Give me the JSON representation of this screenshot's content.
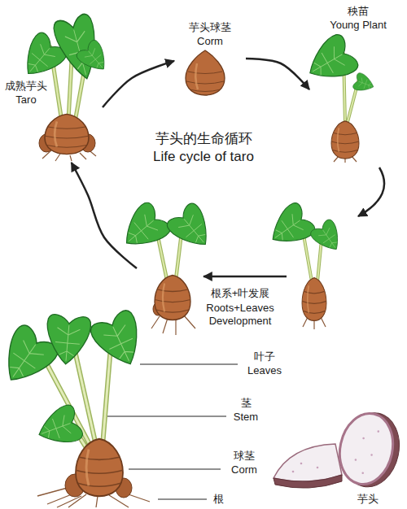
{
  "diagram": {
    "title": "芋头的生命循环 Life cycle of taro",
    "nodes": [
      {
        "text": [
          "成熟芋头",
          "Taro"
        ]
      },
      {
        "text": [
          "芋头球茎",
          "Corm"
        ]
      },
      {
        "text": [
          "秧苗",
          "Young Plant"
        ]
      },
      {
        "text": [
          "根系+叶发展",
          "Roots+Leaves Development"
        ]
      }
    ],
    "edges": [
      {
        "from": 0,
        "to": 1,
        "arrow": "to"
      },
      {
        "from": 1,
        "to": 2,
        "arrow": "to"
      },
      {
        "from": 3,
        "to": 0,
        "arrow": "to"
      }
    ],
    "labels": [
      "叶子",
      "Leaves",
      "茎",
      "Stem",
      "球茎",
      "Corm",
      "根",
      "芋头"
    ]
  }
}
